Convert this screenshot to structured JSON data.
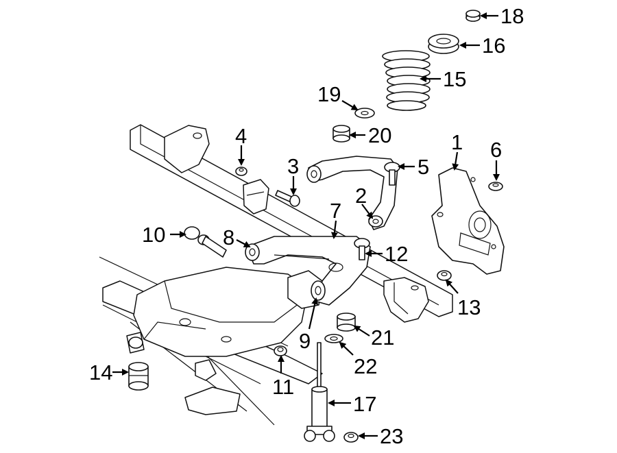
{
  "callouts": [
    {
      "id": "c1",
      "num": "1"
    },
    {
      "id": "c2",
      "num": "2"
    },
    {
      "id": "c3",
      "num": "3"
    },
    {
      "id": "c4",
      "num": "4"
    },
    {
      "id": "c5",
      "num": "5"
    },
    {
      "id": "c6",
      "num": "6"
    },
    {
      "id": "c7",
      "num": "7"
    },
    {
      "id": "c8",
      "num": "8"
    },
    {
      "id": "c9",
      "num": "9"
    },
    {
      "id": "c10",
      "num": "10"
    },
    {
      "id": "c11",
      "num": "11"
    },
    {
      "id": "c12",
      "num": "12"
    },
    {
      "id": "c13",
      "num": "13"
    },
    {
      "id": "c14",
      "num": "14"
    },
    {
      "id": "c15",
      "num": "15"
    },
    {
      "id": "c16",
      "num": "16"
    },
    {
      "id": "c17",
      "num": "17"
    },
    {
      "id": "c18",
      "num": "18"
    },
    {
      "id": "c19",
      "num": "19"
    },
    {
      "id": "c20",
      "num": "20"
    },
    {
      "id": "c21",
      "num": "21"
    },
    {
      "id": "c22",
      "num": "22"
    },
    {
      "id": "c23",
      "num": "23"
    }
  ]
}
